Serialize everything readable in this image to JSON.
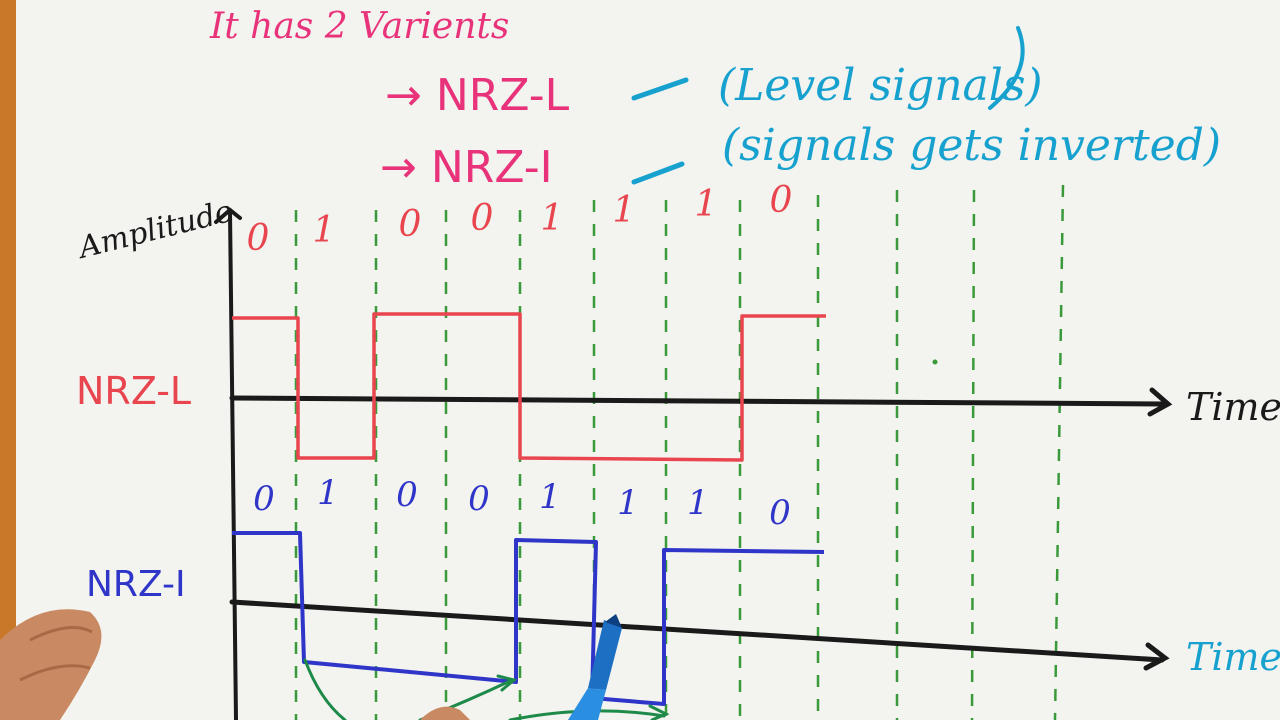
{
  "header": {
    "intro": "It has 2 Varients",
    "variant1": "→ NRZ-L",
    "variant1_note": "(Level signals)",
    "variant2": "→ NRZ-I",
    "variant2_note": "(signals gets inverted)"
  },
  "axes": {
    "amplitude_label": "Amplitude",
    "time_label_top": "Time",
    "time_label_bottom": "Time"
  },
  "rows": {
    "nrzl_label": "NRZ-L",
    "nrzi_label": "NRZ-I"
  },
  "bits": [
    "0",
    "1",
    "0",
    "0",
    "1",
    "1",
    "1",
    "0"
  ],
  "bits_nrzi": [
    "0",
    "1",
    "0",
    "0",
    "1",
    "1",
    "1",
    "0"
  ],
  "colors": {
    "pink": "#e8337a",
    "red": "#e8454f",
    "cyan": "#17a1cf",
    "blue": "#2f35c8",
    "green": "#3a9a3a",
    "black": "#1a1a1a",
    "board": "#f3f3ef"
  },
  "icons": [
    "marker-pen-icon",
    "hand-icon"
  ]
}
